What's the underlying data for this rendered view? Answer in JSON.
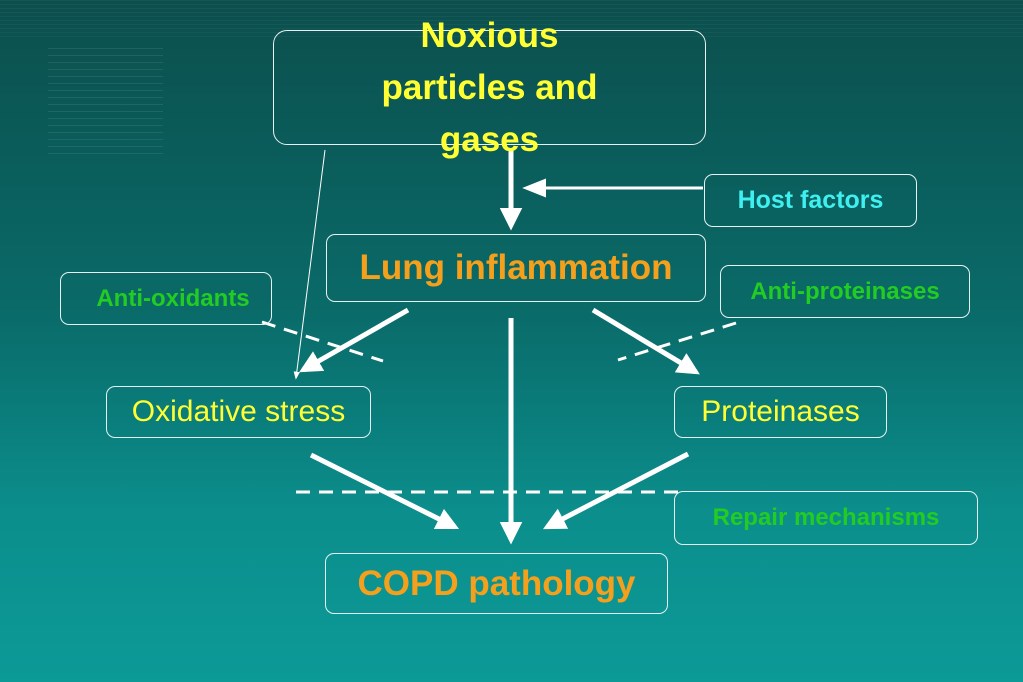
{
  "diagram": {
    "noxious": "Noxious particles and gases",
    "host_factors": "Host factors",
    "lung_inflammation": "Lung inflammation",
    "anti_oxidants": "Anti-oxidants",
    "anti_proteinases": "Anti-proteinases",
    "oxidative_stress": "Oxidative stress",
    "proteinases": "Proteinases",
    "repair_mechanisms": "Repair mechanisms",
    "copd_pathology": "COPD pathology"
  },
  "colors": {
    "background_top": "#0b4f4d",
    "background_bottom": "#0c9a97",
    "noxious_text": "#ffff33",
    "inflammation_text": "#f5a01c",
    "modifier_text": "#22cc22",
    "host_text": "#3ff0f0"
  }
}
